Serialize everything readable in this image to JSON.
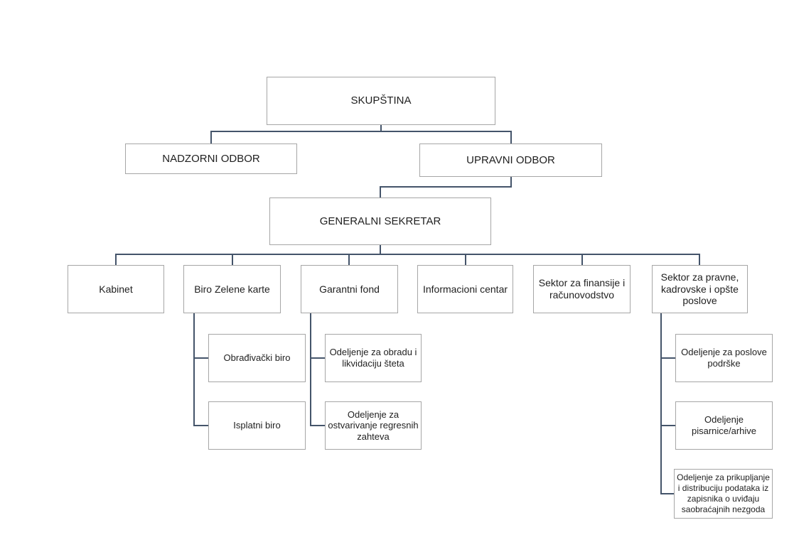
{
  "diagram": {
    "type": "org-chart",
    "nodes": {
      "skupstina": {
        "label": "SKUPŠTINA"
      },
      "nadzorni_odbor": {
        "label": "NADZORNI ODBOR"
      },
      "upravni_odbor": {
        "label": "UPRAVNI ODBOR"
      },
      "generalni_sekretar": {
        "label": "GENERALNI SEKRETAR"
      },
      "kabinet": {
        "label": "Kabinet"
      },
      "biro_zelene_karte": {
        "label": "Biro Zelene karte"
      },
      "garantni_fond": {
        "label": "Garantni fond"
      },
      "informacioni_centar": {
        "label": "Informacioni centar"
      },
      "sektor_finansije": {
        "label": "Sektor za finansije i računovodstvo"
      },
      "sektor_pravne": {
        "label": "Sektor za pravne, kadrovske i opšte poslove"
      },
      "obradjivacki_biro": {
        "label": "Obrađivački biro"
      },
      "isplatni_biro": {
        "label": "Isplatni biro"
      },
      "odeljenje_obrada": {
        "label": "Odeljenje za obradu i likvidaciju šteta"
      },
      "odeljenje_regres": {
        "label": "Odeljenje za ostvarivanje regresnih zahteva"
      },
      "odeljenje_podrska": {
        "label": "Odeljenje za poslove podrške"
      },
      "odeljenje_pisarnica": {
        "label": "Odeljenje pisarnice/arhive"
      },
      "odeljenje_podaci": {
        "label": "Odeljenje za prikupljanje i distribuciju podataka iz zapisnika o uviđaju saobraćajnih nezgoda"
      }
    },
    "hierarchy": [
      {
        "id": "skupstina",
        "children": [
          {
            "id": "nadzorni_odbor"
          },
          {
            "id": "upravni_odbor",
            "children": [
              {
                "id": "generalni_sekretar",
                "children": [
                  {
                    "id": "kabinet"
                  },
                  {
                    "id": "biro_zelene_karte",
                    "children": [
                      {
                        "id": "obradjivacki_biro"
                      },
                      {
                        "id": "isplatni_biro"
                      }
                    ]
                  },
                  {
                    "id": "garantni_fond",
                    "children": [
                      {
                        "id": "odeljenje_obrada"
                      },
                      {
                        "id": "odeljenje_regres"
                      }
                    ]
                  },
                  {
                    "id": "informacioni_centar"
                  },
                  {
                    "id": "sektor_finansije"
                  },
                  {
                    "id": "sektor_pravne",
                    "children": [
                      {
                        "id": "odeljenje_podrska"
                      },
                      {
                        "id": "odeljenje_pisarnica"
                      },
                      {
                        "id": "odeljenje_podaci"
                      }
                    ]
                  }
                ]
              }
            ]
          }
        ]
      }
    ],
    "colors": {
      "connector": "#44546A",
      "box_border": "#A6A6A6",
      "text": "#1F1F1F",
      "background": "#FFFFFF"
    }
  }
}
